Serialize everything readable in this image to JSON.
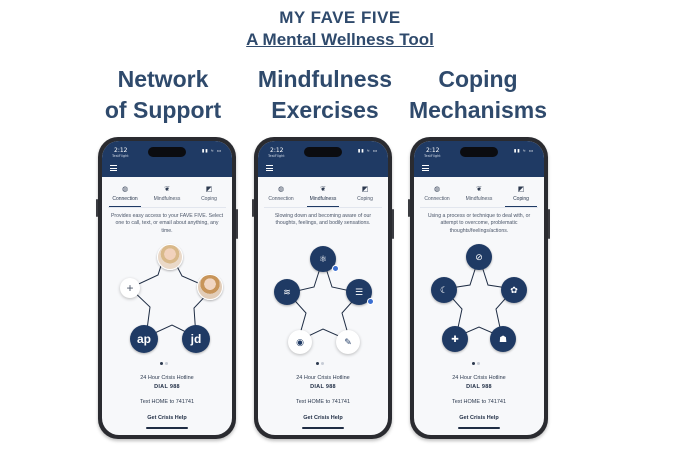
{
  "header": {
    "title": "MY FAVE FIVE",
    "subtitle": "A Mental Wellness Tool"
  },
  "columns": [
    {
      "line1": "Network",
      "line2": "of Support"
    },
    {
      "line1": "Mindfulness",
      "line2": "Exercises"
    },
    {
      "line1": "Coping",
      "line2": "Mechanisms"
    }
  ],
  "app": {
    "time": "2:12",
    "carrier": "TestFlight",
    "tabs": [
      "Connection",
      "Mindfulness",
      "Coping"
    ],
    "hotline": "24 Hour Crisis Hotline",
    "dial": "DIAL 988",
    "text_line": "Text HOME to 741741",
    "help_button": "Get Crisis Help"
  },
  "screens": [
    {
      "active_tab": "Connection",
      "description": "Provides easy access to your FAVE FIVE. Select one to call, text, or email about anything, any time.",
      "contacts": [
        "ap",
        "jd"
      ],
      "page_dot_active": 1
    },
    {
      "active_tab": "Mindfulness",
      "description": "Slowing down and becoming aware of our thoughts, feelings, and bodily sensations.",
      "page_dot_active": 1
    },
    {
      "active_tab": "Coping",
      "description": "Using a process or technique to deal with, or attempt to overcome, problematic thoughts/feelings/actions.",
      "page_dot_active": 1
    }
  ],
  "colors": {
    "navy": "#1f3a64",
    "title": "#2f4a6c",
    "badge": "#3b6fd1"
  }
}
